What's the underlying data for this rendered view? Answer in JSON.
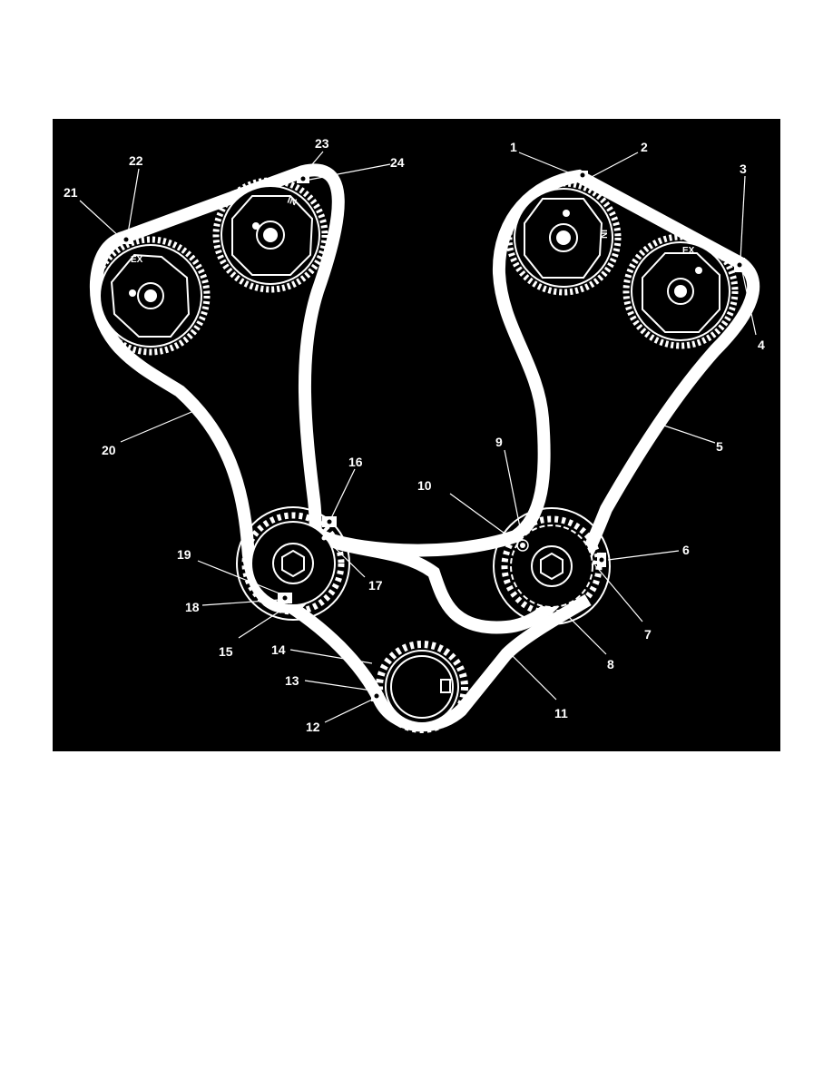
{
  "figure": {
    "background": "#000000",
    "foreground": "#ffffff",
    "sprocket_labels": {
      "left_exhaust": "EX",
      "left_intake": "IN",
      "right_intake": "IN",
      "right_exhaust": "EX"
    },
    "callouts": [
      "1",
      "2",
      "3",
      "4",
      "5",
      "6",
      "7",
      "8",
      "9",
      "10",
      "11",
      "12",
      "13",
      "14",
      "15",
      "16",
      "17",
      "18",
      "19",
      "20",
      "21",
      "22",
      "23",
      "24"
    ]
  }
}
